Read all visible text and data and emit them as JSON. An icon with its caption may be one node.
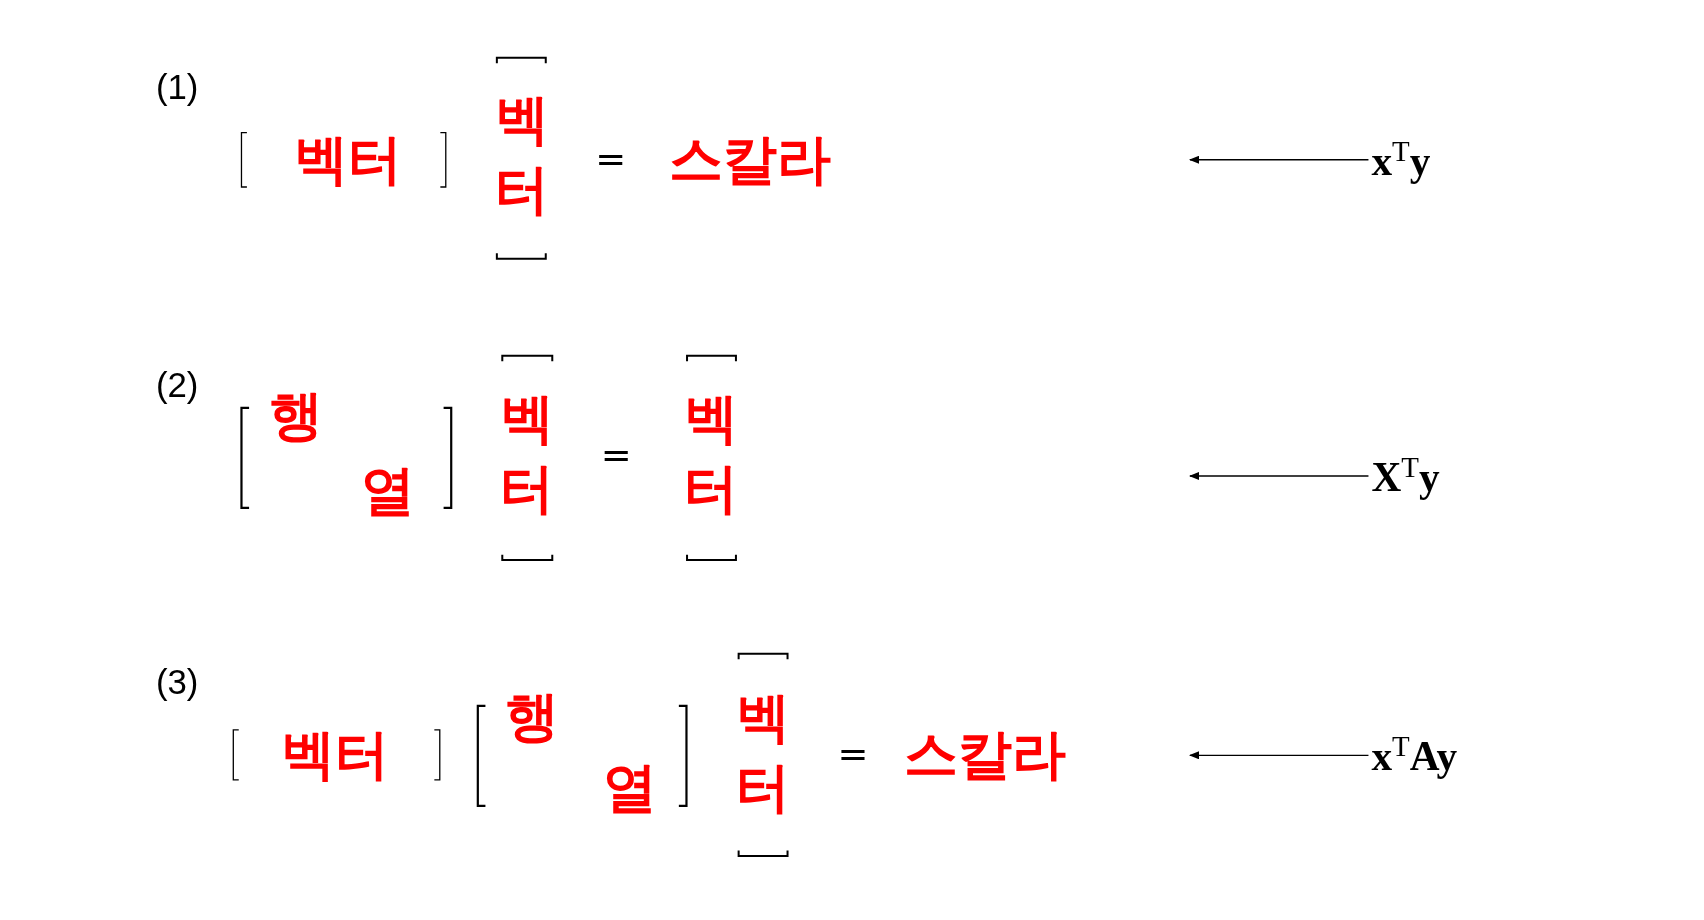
{
  "diagram": {
    "nodes": [
      {
        "text": [
          "벡터",
          "벡터",
          "=",
          "스칼라"
        ]
      },
      {
        "text": [
          "**x**$^{T}$**y**"
        ]
      },
      {
        "text": [
          "행",
          "열",
          "벡터",
          "=",
          "벡터"
        ]
      },
      {
        "text": [
          "**X**$^{T}$**y**"
        ]
      },
      {
        "text": [
          "벡터",
          "행",
          "열",
          "벡터",
          "=",
          "스칼라"
        ]
      },
      {
        "text": [
          "**x**$^{T}$**Ay**"
        ]
      }
    ],
    "edges": [
      {
        "from": 1,
        "to": null,
        "arrow": "to"
      },
      {
        "from": 3,
        "to": null,
        "arrow": "to"
      },
      {
        "from": 5,
        "to": null,
        "arrow": "to"
      }
    ],
    "labels": [
      "(1)",
      "(2)",
      "(3)"
    ]
  }
}
